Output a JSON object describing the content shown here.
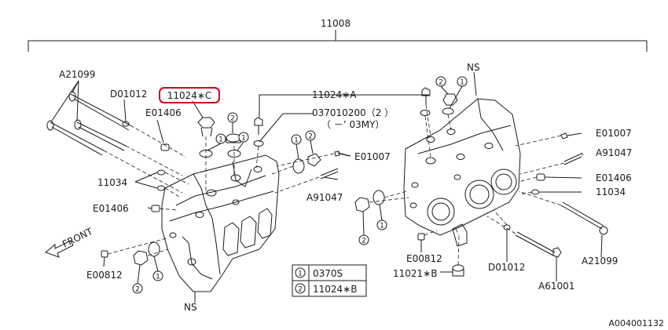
{
  "diagram": {
    "assembly_part": "11008",
    "labels": {
      "a21099_left": "A21099",
      "d01012_left": "D01012",
      "e01406_upper_left": "E01406",
      "p11024c": "11024∗C",
      "p11024a": "11024∗A",
      "p037010200": "037010200（2  ）",
      "p037010200_note": "（    －’ 03MY）",
      "ns_top": "NS",
      "e01007_center": "E01007",
      "e01007_right": "E01007",
      "a91047_center": "A91047",
      "a91047_right": "A91047",
      "e01406_right": "E01406",
      "p11034_right": "11034",
      "p11034_left": "11034",
      "e01406_lower_left": "E01406",
      "front": "FRONT",
      "e00812_left": "E00812",
      "e00812_right": "E00812",
      "ns_bottom": "NS",
      "p11021b": "11021∗B",
      "d01012_right": "D01012",
      "a21099_right": "A21099",
      "a61001": "A61001",
      "diagram_id": "A004001132"
    },
    "callouts": {
      "left_1a": "1",
      "left_2a": "2",
      "left_1b": "1",
      "left_1c": "1",
      "left_2b": "2",
      "left_2c": "2",
      "left_1d": "1",
      "right_2a": "2",
      "right_1a": "1",
      "right_2b": "2",
      "right_1b": "1"
    },
    "legend": [
      {
        "num": "1",
        "part": "0370S"
      },
      {
        "num": "2",
        "part": "11024∗B"
      }
    ],
    "highlighted_part": "11024∗C",
    "highlight_color": "#d0021b",
    "line_color": "#1a1a1a"
  }
}
